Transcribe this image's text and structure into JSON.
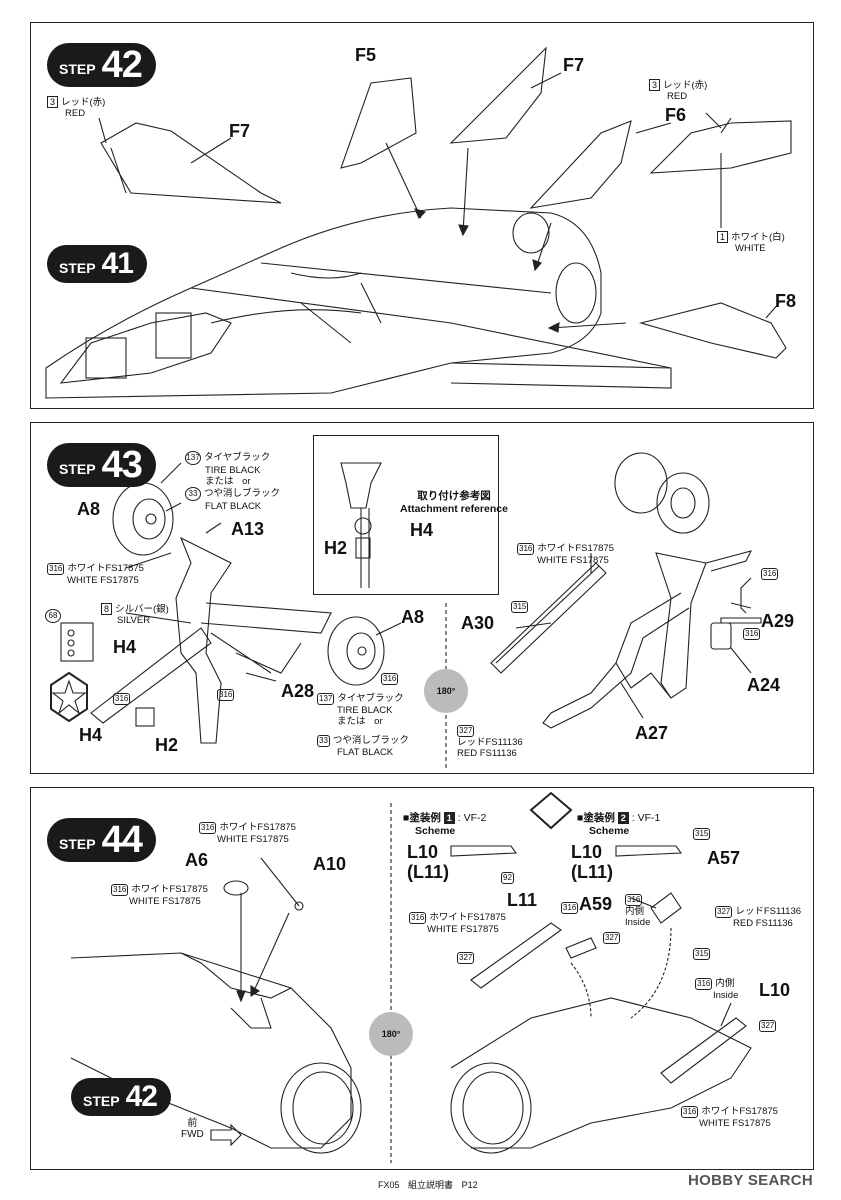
{
  "step42": {
    "badge_word": "STEP",
    "badge_num": "42",
    "labels": {
      "f5": "F5",
      "f7a": "F7",
      "f7b": "F7",
      "f6": "F6",
      "f8": "F8"
    },
    "red_left": {
      "num": "3",
      "jp": "レッド(赤)",
      "en": "RED"
    },
    "red_right": {
      "num": "3",
      "jp": "レッド(赤)",
      "en": "RED"
    },
    "white": {
      "num": "1",
      "jp": "ホワイト(白)",
      "en": "WHITE"
    },
    "step41_word": "STEP",
    "step41_num": "41"
  },
  "step43": {
    "badge_word": "STEP",
    "badge_num": "43",
    "tire_black": {
      "num": "137",
      "jp": "タイヤブラック",
      "en": "TIRE BLACK",
      "or_jp": "または",
      "or_en": "or"
    },
    "flat_black": {
      "num": "33",
      "jp": "つや消しブラック",
      "en": "FLAT BLACK"
    },
    "white_fs": {
      "num": "316",
      "jp": "ホワイトFS17875",
      "en": "WHITE FS17875"
    },
    "silver": {
      "num": "8",
      "jp": "シルバー(銀)",
      "en": "SILVER"
    },
    "part68": "68",
    "labels": {
      "a8": "A8",
      "a13": "A13",
      "h4": "H4",
      "h4b": "H4",
      "h2": "H2",
      "a28": "A28",
      "a8b": "A8",
      "a30": "A30",
      "a29": "A29",
      "a24": "A24",
      "a27": "A27"
    },
    "attach": {
      "jp": "取り付け参考図",
      "en": "Attachment reference",
      "h2": "H2",
      "h4": "H4"
    },
    "tire_black2": {
      "num": "137",
      "jp": "タイヤブラック",
      "en": "TIRE BLACK",
      "or_jp": "または",
      "or_en": "or"
    },
    "flat_black2": {
      "num": "33",
      "jp": "つや消しブラック",
      "en": "FLAT BLACK"
    },
    "white_fs2": {
      "num": "316",
      "jp": "ホワイトFS17875",
      "en": "WHITE FS17875"
    },
    "red_fs": {
      "num": "327",
      "jp": "レッドFS11136",
      "en": "RED FS11136"
    },
    "rotate": "180°",
    "small_nums": {
      "n315": "315",
      "n316a": "316",
      "n316b": "316",
      "n316c": "316",
      "n316d": "316",
      "n316e": "316"
    }
  },
  "step44": {
    "badge_word": "STEP",
    "badge_num": "44",
    "white_top": {
      "num": "316",
      "jp": "ホワイトFS17875",
      "en": "WHITE FS17875"
    },
    "white_left": {
      "num": "316",
      "jp": "ホワイトFS17875",
      "en": "WHITE FS17875"
    },
    "labels": {
      "a6": "A6",
      "a10": "A10",
      "l10a": "L10",
      "l11a": "(L11)",
      "l10b": "L10",
      "l11b": "(L11)",
      "a57": "A57",
      "l11": "L11",
      "a59": "A59",
      "l10c": "L10"
    },
    "scheme1": {
      "jp": "■塗装例",
      "num": "1",
      "vf": ": VF-2",
      "en": "Scheme"
    },
    "scheme2": {
      "jp": "■塗装例",
      "num": "2",
      "vf": ": VF-1",
      "en": "Scheme"
    },
    "white_mid": {
      "num": "316",
      "jp": "ホワイトFS17875",
      "en": "WHITE FS17875"
    },
    "inside1": {
      "jp": "内側",
      "en": "Inside",
      "num": "316"
    },
    "inside2": {
      "jp": "内側",
      "en": "Inside",
      "num": "316"
    },
    "red_fs": {
      "num": "327",
      "jp": "レッドFS11136",
      "en": "RED FS11136"
    },
    "white_bottom": {
      "num": "316",
      "jp": "ホワイトFS17875",
      "en": "WHITE FS17875"
    },
    "step42_word": "STEP",
    "step42_num": "42",
    "fwd_jp": "前",
    "fwd_en": "FWD",
    "rotate": "180°",
    "nums": {
      "n92": "92",
      "n315a": "315",
      "n315b": "315",
      "n327a": "327",
      "n327b": "327",
      "n327c": "327",
      "n316a": "316"
    }
  },
  "footer": {
    "code": "FX05",
    "jp": "組立説明書",
    "page": "P12"
  },
  "watermark": "HOBBY SEARCH"
}
